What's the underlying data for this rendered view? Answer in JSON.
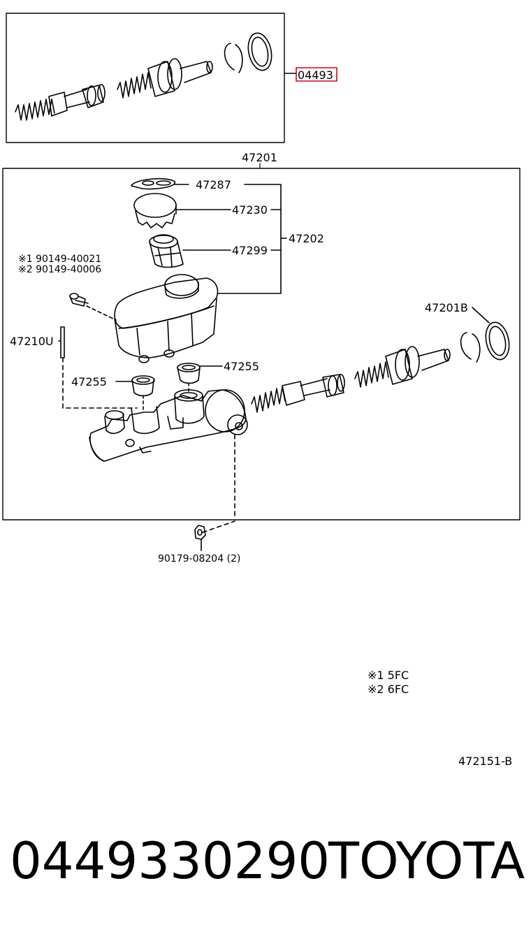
{
  "labels": {
    "kit_highlight": "04493",
    "assembly": "47201",
    "gasket": "47287",
    "cap": "47230",
    "reservoir_sub": "47202",
    "strainer": "47299",
    "screw_note_1": "※1 90149-40021",
    "screw_note_2": "※2 90149-40006",
    "pin": "47210U",
    "grommet_right": "47255",
    "grommet_left": "47255",
    "ring_kit": "47201B",
    "nut": "90179-08204 (2)",
    "legend_1": "※1  5FC",
    "legend_2": "※2  6FC",
    "figure_code": "472151-B"
  },
  "footer": {
    "part_number": "0449330290",
    "brand": "TOYOTA"
  },
  "colors": {
    "line": "#000000",
    "highlight": "#d0021b"
  }
}
